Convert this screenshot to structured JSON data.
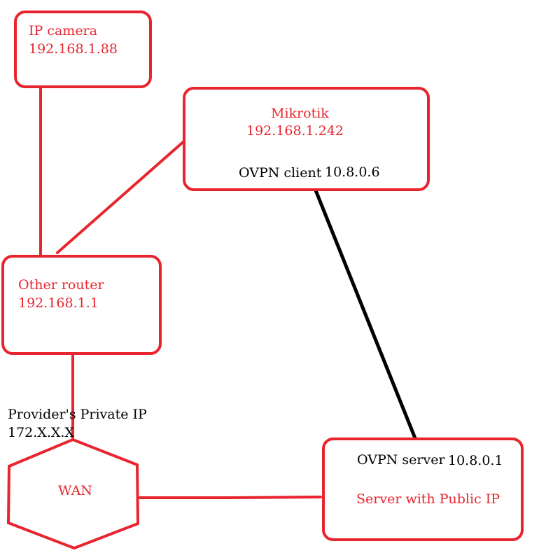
{
  "colors": {
    "accent": "#e8252f",
    "text_dark": "#000000",
    "background": "#ffffff"
  },
  "nodes": {
    "ip_camera": {
      "name": "IP camera",
      "ip": "192.168.1.88"
    },
    "mikrotik": {
      "name": "Mikrotik",
      "ip": "192.168.1.242",
      "vpn_label": "OVPN client",
      "vpn_ip": "10.8.0.6"
    },
    "other_router": {
      "name": "Other router",
      "ip": "192.168.1.1"
    },
    "wan": {
      "name": "WAN",
      "provider_label": "Provider's Private IP",
      "provider_ip": "172.X.X.X"
    },
    "server": {
      "vpn_label": "OVPN server",
      "vpn_ip": "10.8.0.1",
      "description": "Server with Public IP"
    }
  },
  "connections": [
    {
      "from": "ip_camera",
      "to": "other_router",
      "color": "#e8252f"
    },
    {
      "from": "mikrotik",
      "to": "other_router",
      "color": "#e8252f"
    },
    {
      "from": "other_router",
      "to": "wan",
      "color": "#e8252f"
    },
    {
      "from": "wan",
      "to": "server",
      "color": "#e8252f"
    },
    {
      "from": "mikrotik",
      "to": "server",
      "color": "#000000"
    }
  ]
}
